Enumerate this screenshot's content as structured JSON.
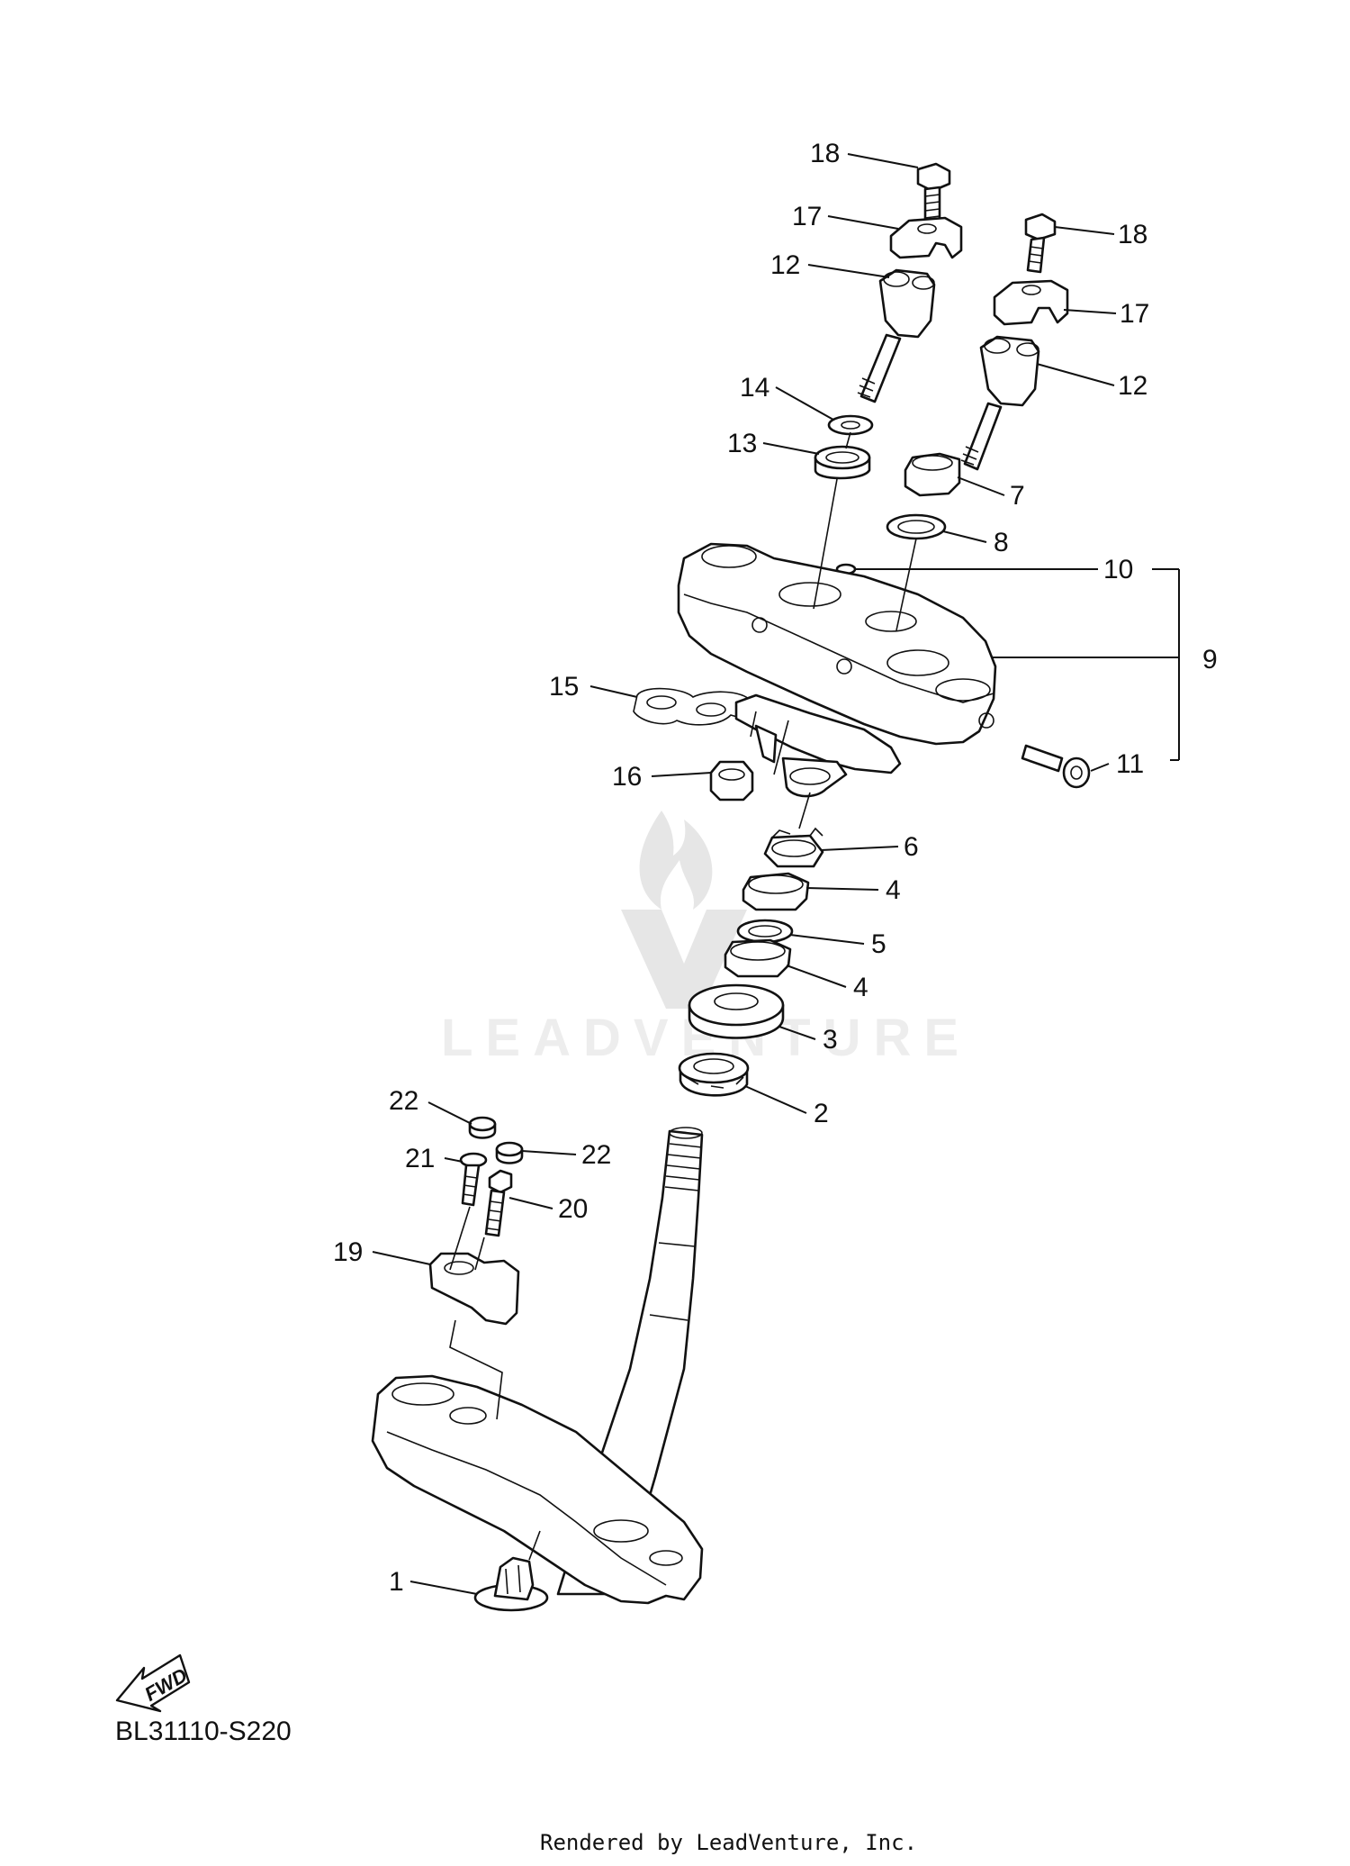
{
  "diagram_code": "BL31110-S220",
  "footer_text": "Rendered by LeadVenture, Inc.",
  "watermark_text": "LEADVENTURE",
  "fwd_label": "FWD",
  "callouts": [
    {
      "id": "c18a",
      "label": "18"
    },
    {
      "id": "c17a",
      "label": "17"
    },
    {
      "id": "c12a",
      "label": "12"
    },
    {
      "id": "c18b",
      "label": "18"
    },
    {
      "id": "c17b",
      "label": "17"
    },
    {
      "id": "c12b",
      "label": "12"
    },
    {
      "id": "c14",
      "label": "14"
    },
    {
      "id": "c13",
      "label": "13"
    },
    {
      "id": "c7",
      "label": "7"
    },
    {
      "id": "c8",
      "label": "8"
    },
    {
      "id": "c10",
      "label": "10"
    },
    {
      "id": "c9",
      "label": "9"
    },
    {
      "id": "c15",
      "label": "15"
    },
    {
      "id": "c11",
      "label": "11"
    },
    {
      "id": "c16",
      "label": "16"
    },
    {
      "id": "c6",
      "label": "6"
    },
    {
      "id": "c4a",
      "label": "4"
    },
    {
      "id": "c5",
      "label": "5"
    },
    {
      "id": "c4b",
      "label": "4"
    },
    {
      "id": "c3",
      "label": "3"
    },
    {
      "id": "c2",
      "label": "2"
    },
    {
      "id": "c22a",
      "label": "22"
    },
    {
      "id": "c22b",
      "label": "22"
    },
    {
      "id": "c21",
      "label": "21"
    },
    {
      "id": "c20",
      "label": "20"
    },
    {
      "id": "c19",
      "label": "19"
    },
    {
      "id": "c1",
      "label": "1"
    }
  ]
}
